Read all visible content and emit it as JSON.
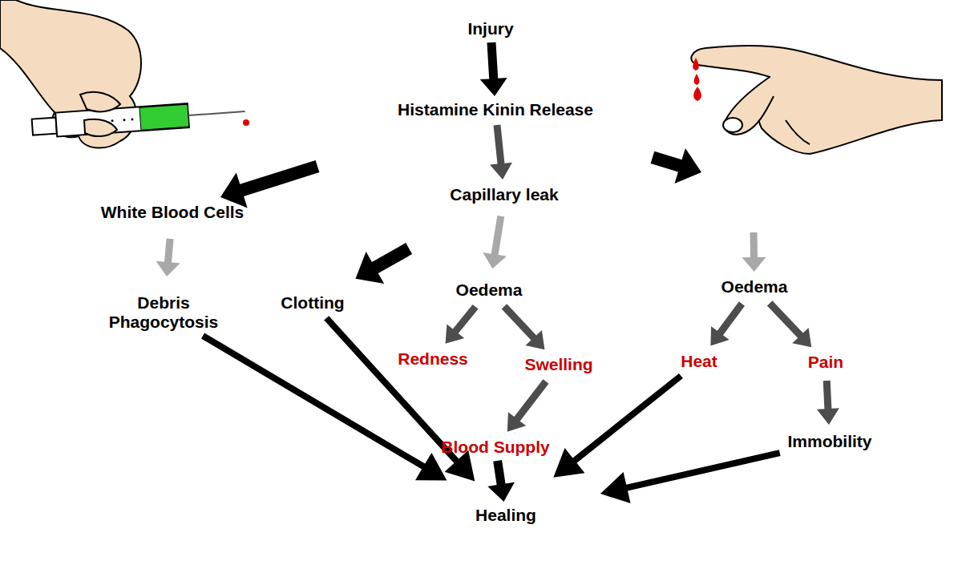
{
  "diagram": {
    "nodes": [
      {
        "text": [
          "Injury"
        ]
      },
      {
        "text": [
          "Histamine Kinin Release"
        ]
      },
      {
        "text": [
          "Capillary leak"
        ]
      },
      {
        "text": [
          "White Blood Cells"
        ]
      },
      {
        "text": [
          "Oedema"
        ]
      },
      {
        "text": [
          "Oedema"
        ]
      },
      {
        "text": [
          "Clotting"
        ]
      },
      {
        "text": [
          "Debris Phagocytosis"
        ]
      },
      {
        "text": [
          "Redness"
        ]
      },
      {
        "text": [
          "Swelling"
        ]
      },
      {
        "text": [
          "Heat"
        ]
      },
      {
        "text": [
          "Pain"
        ]
      },
      {
        "text": [
          "Immobility"
        ]
      },
      {
        "text": [
          "Blood Supply"
        ]
      },
      {
        "text": [
          "Healing"
        ]
      }
    ],
    "edges": [
      {
        "from": 0,
        "to": 1,
        "arrow": "to"
      },
      {
        "from": 1,
        "to": 2,
        "arrow": "to"
      },
      {
        "from": 1,
        "to": 3,
        "arrow": "to"
      },
      {
        "from": 1,
        "to": 5,
        "arrow": "to"
      },
      {
        "from": 2,
        "to": 6,
        "arrow": "to"
      },
      {
        "from": 2,
        "to": 4,
        "arrow": "to"
      },
      {
        "from": 3,
        "to": 7,
        "arrow": "to"
      },
      {
        "from": 4,
        "to": 8,
        "arrow": "to"
      },
      {
        "from": 4,
        "to": 9,
        "arrow": "to"
      },
      {
        "from": 5,
        "to": 10,
        "arrow": "to"
      },
      {
        "from": 5,
        "to": 11,
        "arrow": "to"
      },
      {
        "from": 9,
        "to": 13,
        "arrow": "to"
      },
      {
        "from": 11,
        "to": 12,
        "arrow": "to"
      },
      {
        "from": 7,
        "to": 14,
        "arrow": "to"
      },
      {
        "from": 6,
        "to": 14,
        "arrow": "to"
      },
      {
        "from": 13,
        "to": 14,
        "arrow": "to"
      },
      {
        "from": 10,
        "to": 14,
        "arrow": "to"
      },
      {
        "from": 12,
        "to": 14,
        "arrow": "to"
      }
    ]
  }
}
